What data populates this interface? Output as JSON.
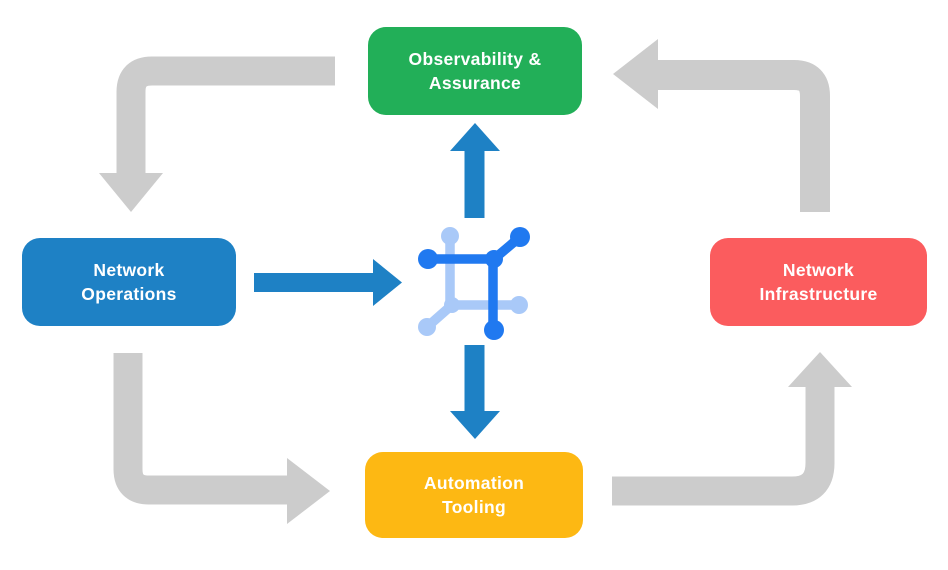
{
  "background_color": "#ffffff",
  "colors": {
    "background": "#ffffff",
    "observability": "#22af58",
    "operations": "#1e81c5",
    "infrastructure": "#fb5c5e",
    "automation": "#fdb813",
    "label_text": "#ffffff",
    "cycle_arrow": "#cccccc",
    "flow_arrow": "#1e81c5",
    "icon_primary": "#2079f0",
    "icon_secondary": "#a9c9f8"
  },
  "nodes": {
    "observability": {
      "label": "Observability & Assurance",
      "label_lines": [
        "Observability &",
        "Assurance"
      ]
    },
    "operations": {
      "label": "Network Operations",
      "label_lines": [
        "Network",
        "Operations"
      ]
    },
    "infrastructure": {
      "label": "Network Infrastructure",
      "label_lines": [
        "Network",
        "Infrastructure"
      ]
    },
    "automation": {
      "label": "Automation Tooling",
      "label_lines": [
        "Automation",
        "Tooling"
      ]
    }
  },
  "center_icon": {
    "name": "network-platform-icon"
  },
  "arrows": {
    "cycle": [
      {
        "from": "Observability & Assurance",
        "to": "Network Operations",
        "direction": "left-then-down"
      },
      {
        "from": "Network Operations",
        "to": "Automation Tooling",
        "direction": "down-then-right"
      },
      {
        "from": "Automation Tooling",
        "to": "Network Infrastructure",
        "direction": "right-then-up"
      },
      {
        "from": "Network Infrastructure",
        "to": "Observability & Assurance",
        "direction": "up-then-left"
      }
    ],
    "flow": [
      {
        "from": "Network Operations",
        "to": "network-platform-icon",
        "direction": "right"
      },
      {
        "from": "network-platform-icon",
        "to": "Observability & Assurance",
        "direction": "up"
      },
      {
        "from": "network-platform-icon",
        "to": "Automation Tooling",
        "direction": "down"
      }
    ]
  }
}
